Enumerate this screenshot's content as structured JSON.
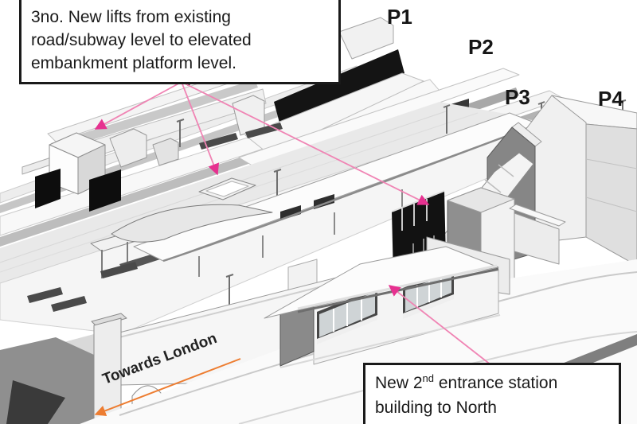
{
  "callout_lifts": {
    "lines": [
      "3no. New lifts from existing",
      "road/subway level to elevated",
      "embankment platform level."
    ]
  },
  "callout_entrance": {
    "line1_prefix": "New 2",
    "line1_superscript": "nd",
    "line1_suffix": " entrance station",
    "line2": "building to North"
  },
  "platform_labels": [
    "P1",
    "P2",
    "P3",
    "P4"
  ],
  "direction_label": "Towards London",
  "colors": {
    "annotation_pink_arrowhead": "#e63190",
    "annotation_pink_line": "#f084b4",
    "arrow_orange": "#ed7d31",
    "callout_border": "#1a1a1a",
    "model_dark_openings": "#111111",
    "model_light": "#f5f5f5",
    "model_mid_gray": "#8f8f8f"
  }
}
